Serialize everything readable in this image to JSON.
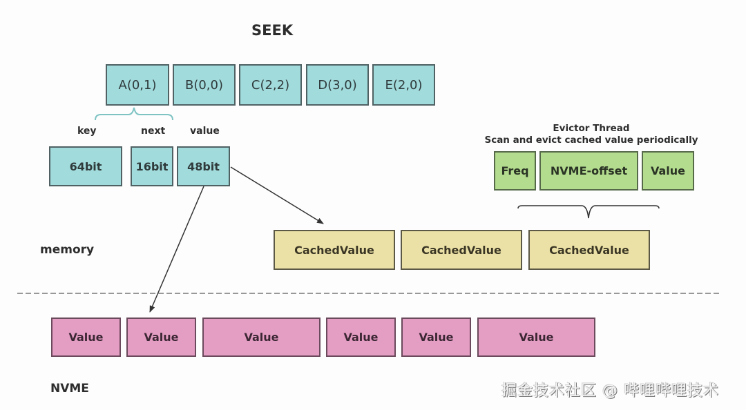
{
  "title": "SEEK",
  "colors": {
    "slot": "#a2dbdc",
    "evictor": "#b3dc8f",
    "cached": "#ebe1a6",
    "nvme": "#e49dc3"
  },
  "index_slots": [
    "A(0,1)",
    "B(0,0)",
    "C(2,2)",
    "D(3,0)",
    "E(2,0)"
  ],
  "slot_fields": {
    "labels": [
      "key",
      "next",
      "value"
    ],
    "sizes": [
      "64bit",
      "16bit",
      "48bit"
    ]
  },
  "evictor": {
    "title": "Evictor Thread",
    "subtitle": "Scan and evict cached value periodically",
    "fields": [
      "Freq",
      "NVME-offset",
      "Value"
    ]
  },
  "memory": {
    "label": "memory",
    "cached_values": [
      "CachedValue",
      "CachedValue",
      "CachedValue"
    ]
  },
  "nvme": {
    "label": "NVME",
    "values": [
      "Value",
      "Value",
      "Value",
      "Value",
      "Value",
      "Value"
    ]
  },
  "watermark": "掘金技术社区 @ 哔哩哔哩技术"
}
